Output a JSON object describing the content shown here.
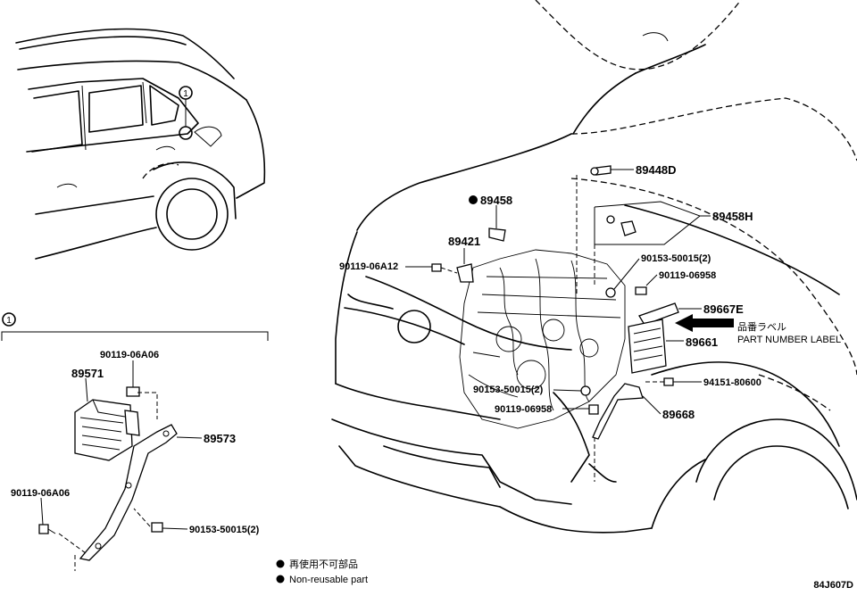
{
  "callout_marker": "1",
  "labels": {
    "p89448D": "89448D",
    "p89458": "89458",
    "p89458H": "89458H",
    "p89421": "89421",
    "p90119_06A12": "90119-06A12",
    "p90153_50015_top": "90153-50015(2)",
    "p90119_06958_top": "90119-06958",
    "p89667E": "89667E",
    "p89661": "89661",
    "p90153_50015_mid": "90153-50015(2)",
    "p94151_80600": "94151-80600",
    "p90119_06958_mid": "90119-06958",
    "p89668": "89668",
    "p90119_06A06_top": "90119-06A06",
    "p89571": "89571",
    "p89573": "89573",
    "p90119_06A06_left": "90119-06A06",
    "p90153_50015_bottom": "90153-50015(2)"
  },
  "part_number_label": {
    "jp": "品番ラベル",
    "en": "PART NUMBER LABEL"
  },
  "legend": {
    "jp": "再使用不可部品",
    "en": "Non-reusable part"
  },
  "diagram_code": "84J607D"
}
